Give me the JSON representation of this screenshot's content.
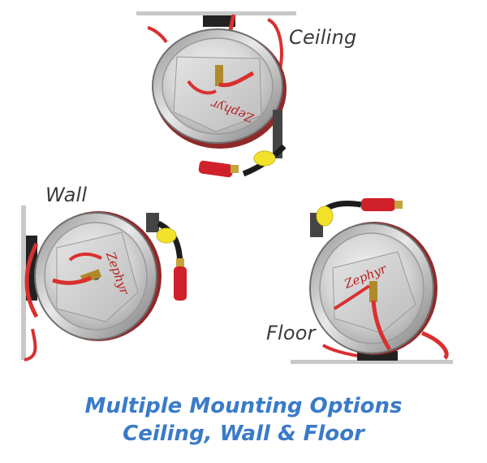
{
  "labels": {
    "ceiling": "Ceiling",
    "wall": "Wall",
    "floor": "Floor"
  },
  "reel_brand": "Zephyr",
  "caption": {
    "line1": "Multiple Mounting Options",
    "line2": "Ceiling, Wall & Floor"
  },
  "colors": {
    "hose": "#d93030",
    "fitting": "#d0202a",
    "guard": "#f2e22a",
    "caption": "#3a7bc8",
    "drum": "#bdbdbd"
  }
}
